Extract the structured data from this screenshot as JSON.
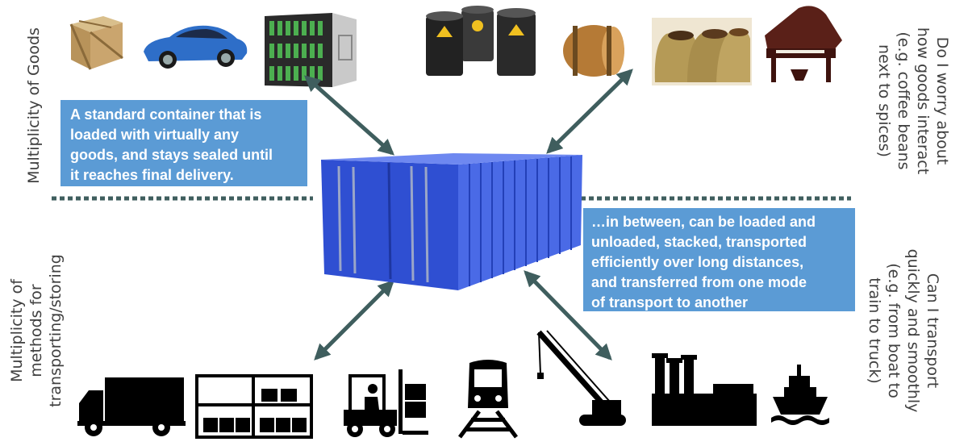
{
  "labels": {
    "top_left": "Multiplicity of Goods",
    "top_right": "Do I worry about\nhow goods interact\n(e.g. coffee beans\nnext to spices)",
    "bottom_left": "Multiplicity of\nmethods for\ntransporting/storing",
    "bottom_right": "Can I transport\nquickly and smoothly\n(e.g. from boat to\ntrain to truck)"
  },
  "boxes": {
    "container_text": "A standard container that is\nloaded with virtually any\ngoods, and stays sealed until\nit reaches final delivery.",
    "transport_text": "…in between, can be loaded and\nunloaded, stacked, transported\nefficiently over long distances,\nand transferred from one mode\nof transport to another"
  },
  "colors": {
    "box_bg": "#5b9bd5",
    "arrow": "#3f5e5e",
    "divider": "#3f5e5e",
    "container": "#3a55d8",
    "silhouette": "#000000",
    "text": "#404040"
  },
  "goods_icons": [
    "wooden-crate-icon",
    "sports-car-icon",
    "server-rack-icon",
    "oil-barrels-icon",
    "wine-barrel-icon",
    "grain-sacks-icon",
    "grand-piano-icon"
  ],
  "transport_icons": [
    "truck-icon",
    "warehouse-rack-icon",
    "forklift-icon",
    "train-icon",
    "crane-icon",
    "factory-icon",
    "ship-icon"
  ]
}
